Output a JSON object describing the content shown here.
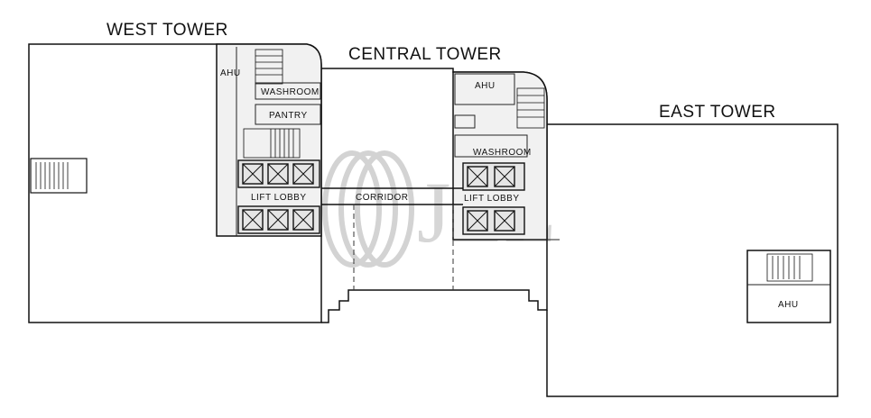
{
  "towers": {
    "west": "WEST TOWER",
    "central": "CENTRAL TOWER",
    "east": "EAST TOWER"
  },
  "rooms": {
    "ahu_west": "AHU",
    "washroom_west": "WASHROOM",
    "pantry_west": "PANTRY",
    "lift_lobby_west": "LIFT LOBBY",
    "corridor": "CORRIDOR",
    "ahu_central": "AHU",
    "washroom_central": "WASHROOM",
    "lift_lobby_central": "LIFT LOBBY",
    "ahu_east": "AHU"
  },
  "watermark": {
    "logo_text": "JLL",
    "color": "#d3d3d3"
  }
}
